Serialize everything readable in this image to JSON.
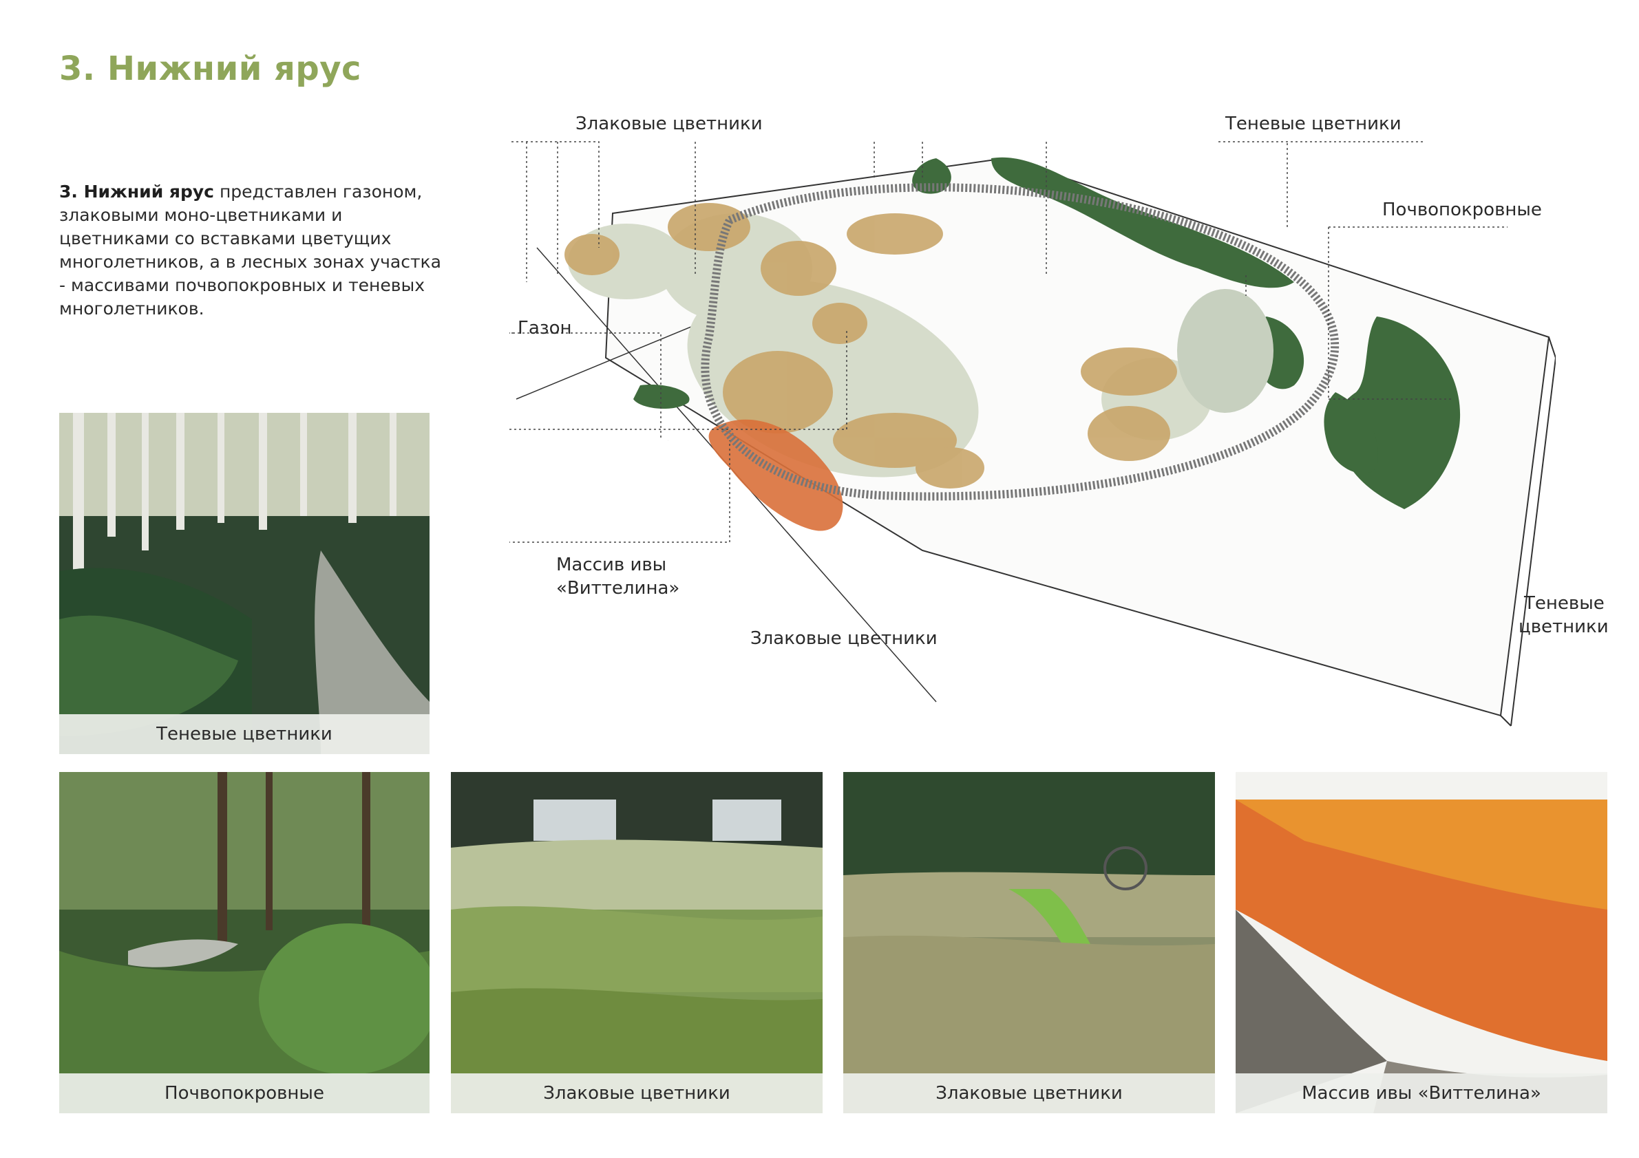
{
  "title": "3. Нижний ярус",
  "description": {
    "bold": "3. Нижний ярус",
    "rest": " представлен газоном, злаковыми моно-цветниками и цветниками со вставками цветущих многолетников, а в лесных зонах участка - массивами почвопокровных и теневых многолетников."
  },
  "plan_labels": {
    "grass_top": "Злаковые цветники",
    "shade_top": "Теневые цветники",
    "groundcover": "Почвопокровные",
    "lawn": "Газон",
    "willow_line1": "Массив ивы",
    "willow_line2": "«Виттелина»",
    "grass_bottom": "Злаковые цветники",
    "shade_right_line1": "Теневые",
    "shade_right_line2": "цветники"
  },
  "photos": [
    {
      "caption": "Теневые цветники"
    },
    {
      "caption": "Почвопокровные"
    },
    {
      "caption": "Злаковые цветники"
    },
    {
      "caption": "Злаковые цветники"
    },
    {
      "caption": "Массив ивы «Виттелина»"
    }
  ],
  "colors": {
    "title": "#8fa65a",
    "dark_green": "#3f6b3d",
    "lawn": "#d6dccb",
    "grass": "#c9a66b",
    "willow": "#d9703a"
  }
}
